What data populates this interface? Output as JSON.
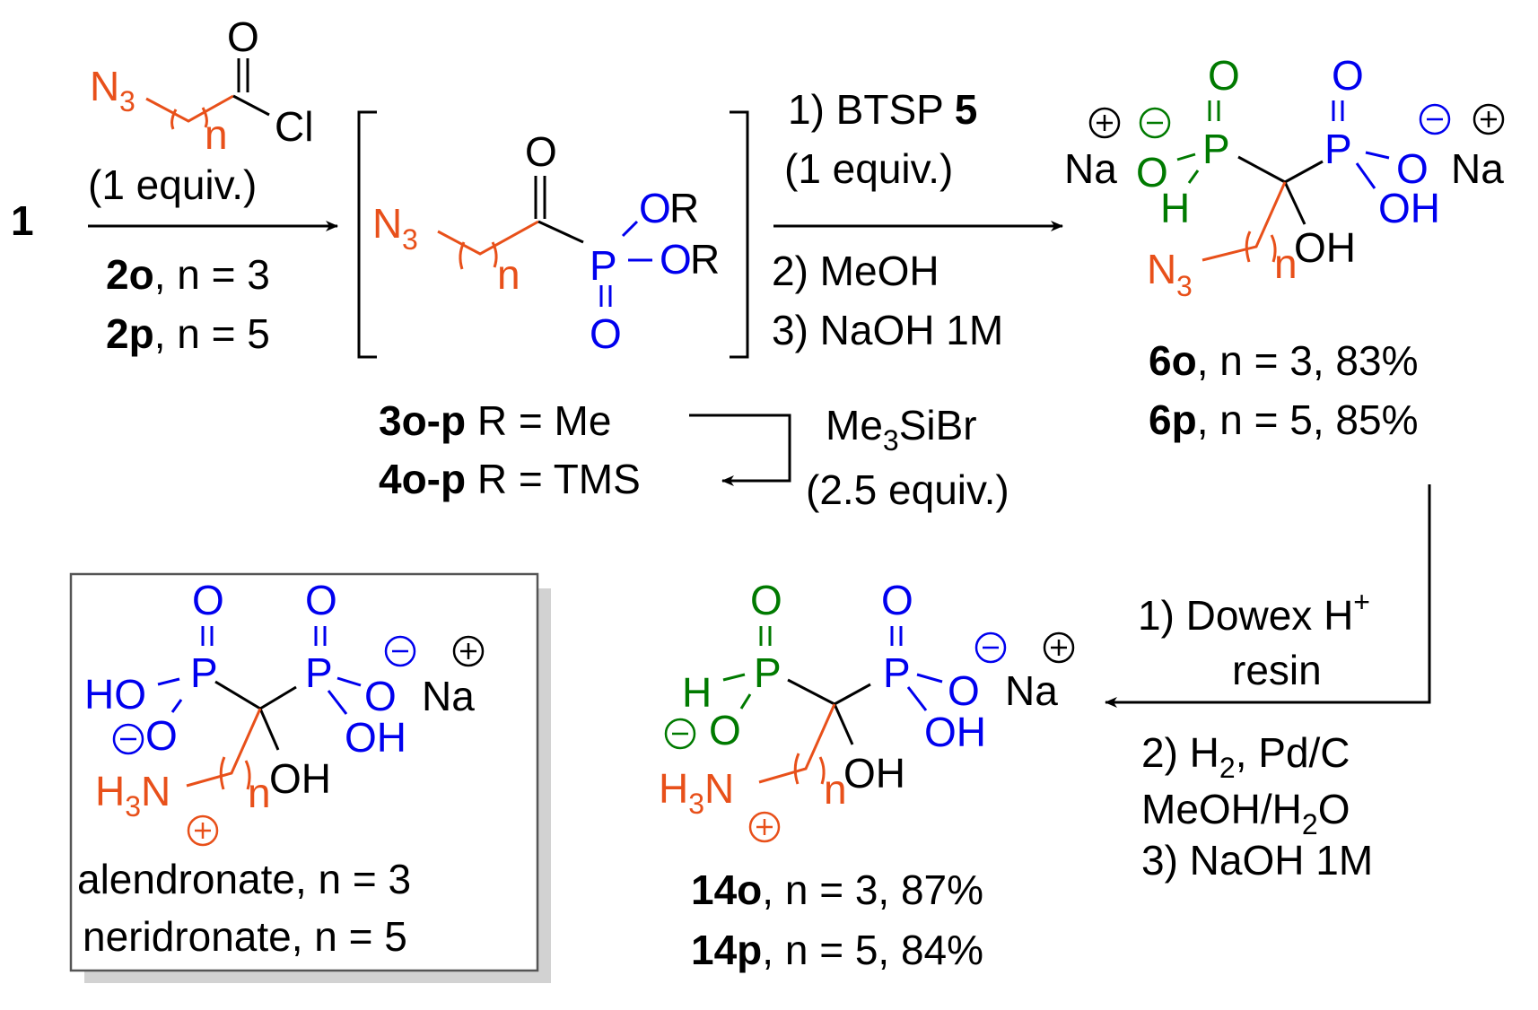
{
  "colors": {
    "black": "#000000",
    "azide_orange": "#e8501a",
    "phosphonate_blue": "#0000ee",
    "phosphinate_green": "#007a00",
    "box_border": "#555555",
    "box_shadow": "#d2d2d2"
  },
  "start": {
    "label": "1"
  },
  "step1": {
    "reagent_structure": {
      "n3": "N",
      "n3_sub": "3",
      "n": "n",
      "o": "O",
      "cl": "Cl"
    },
    "above": "(1 equiv.)",
    "below": [
      {
        "compound": "2o",
        "text": ", n = 3"
      },
      {
        "compound": "2p",
        "text": ", n = 5"
      }
    ]
  },
  "intermediate": {
    "atoms": {
      "n3": "N",
      "n3_sub": "3",
      "n": "n",
      "o_carbonyl": "O",
      "p": "P",
      "or1": "O",
      "r1": "R",
      "or2": "O",
      "r2": "R",
      "o_p": "O"
    },
    "labels": [
      {
        "compound": "3o-p",
        "text": " R = Me"
      },
      {
        "compound": "4o-p",
        "text": " R = TMS"
      }
    ],
    "silylation": {
      "reagent": "Me",
      "reagent_sub": "3",
      "reagent_rest": "SiBr",
      "equiv": "(2.5 equiv.)"
    }
  },
  "step2": {
    "line1_text": "1) BTSP ",
    "line1_bold": "5",
    "line2": "(1 equiv.)",
    "line3": "2) MeOH",
    "line4": "3) NaOH 1M"
  },
  "product6": {
    "atoms": {
      "na": "Na",
      "o": "O",
      "p": "P",
      "h": "H",
      "oh": "OH",
      "n3": "N",
      "n3_sub": "3",
      "n": "n"
    },
    "yields": [
      {
        "compound": "6o",
        "text": ", n = 3, 83%"
      },
      {
        "compound": "6p",
        "text": ", n = 5, 85%"
      }
    ]
  },
  "step3": {
    "line1": "1) Dowex H",
    "line1_sup": "+",
    "line2": "resin",
    "line3_a": "2) H",
    "line3_sub": "2",
    "line3_b": ", Pd/C",
    "line4_a": "MeOH/H",
    "line4_sub": "2",
    "line4_b": "O",
    "line5": "3) NaOH 1M"
  },
  "product14": {
    "atoms": {
      "h": "H",
      "o": "O",
      "p": "P",
      "oh": "OH",
      "na": "Na",
      "h3n": "H",
      "h3n_sub": "3",
      "h3n_n": "N",
      "n": "n"
    },
    "yields": [
      {
        "compound": "14o",
        "text": ", n = 3, 87%"
      },
      {
        "compound": "14p",
        "text": ", n = 5, 84%"
      }
    ]
  },
  "reference_box": {
    "atoms": {
      "ho": "HO",
      "o": "O",
      "p": "P",
      "oh": "OH",
      "na": "Na",
      "h3n": "H",
      "h3n_sub": "3",
      "h3n_n": "N",
      "n": "n"
    },
    "lines": [
      "alendronate, n = 3",
      "neridronate, n = 5"
    ]
  }
}
